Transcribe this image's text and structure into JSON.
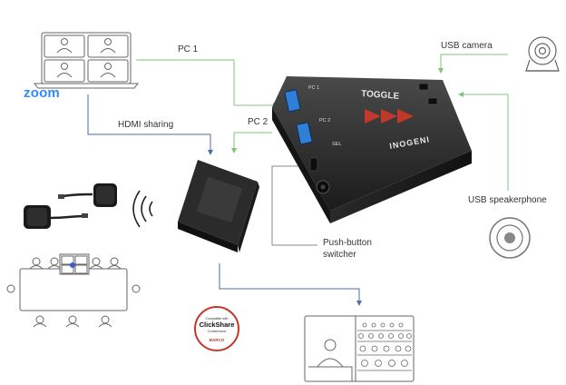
{
  "labels": {
    "zoom": "zoom",
    "pc1": "PC 1",
    "hdmi_sharing": "HDMI sharing",
    "pc2": "PC 2",
    "usb_camera": "USB camera",
    "usb_speakerphone": "USB  speakerphone",
    "push_button_line1": "Push-button",
    "push_button_line2": "switcher"
  },
  "device": {
    "brand": "INOGENI",
    "model": "TOGGLE",
    "port_pc1": "PC 1",
    "port_pc2": "PC 2",
    "port_sel": "SEL"
  },
  "badge": {
    "line1": "Compatible with",
    "line2": "ClickShare",
    "line3": "Conference",
    "line4": "BARCO"
  },
  "colors": {
    "green_line": "#7cc576",
    "blue_line": "#4a6fa5",
    "zoom_blue": "#2d8cff",
    "device_body": "#2a2a2a",
    "usb_port": "#2f7fd6",
    "arrow_red": "#c0392b",
    "icon_gray": "#666666"
  }
}
